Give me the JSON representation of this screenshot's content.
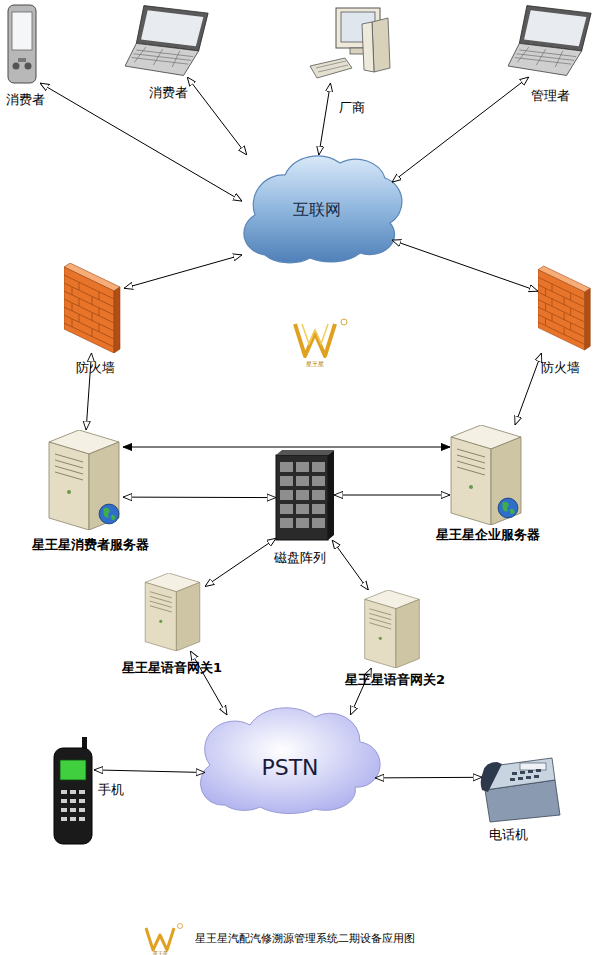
{
  "diagram": {
    "caption": "星王星汽配汽修溯源管理系统二期设备应用图",
    "nodes": [
      {
        "text": [
          "消费者"
        ]
      },
      {
        "text": [
          "消费者"
        ]
      },
      {
        "text": [
          "厂商"
        ]
      },
      {
        "text": [
          "管理者"
        ]
      },
      {
        "text": [
          "互联网"
        ]
      },
      {
        "text": [
          "防火墙"
        ]
      },
      {
        "text": [
          "防火墙"
        ]
      },
      {
        "text": [
          "星王星消费者服务器"
        ]
      },
      {
        "text": [
          "磁盘阵列"
        ]
      },
      {
        "text": [
          "星王星企业服务器"
        ]
      },
      {
        "text": [
          "星王星语音网关1"
        ]
      },
      {
        "text": [
          "星王星语音网关2"
        ]
      },
      {
        "text": [
          "PSTN"
        ]
      },
      {
        "text": [
          "手机"
        ]
      },
      {
        "text": [
          "电话机"
        ]
      }
    ],
    "edges": [
      {
        "from": 0,
        "to": 4,
        "arrow": "both"
      },
      {
        "from": 1,
        "to": 4,
        "arrow": "both"
      },
      {
        "from": 2,
        "to": 4,
        "arrow": "both"
      },
      {
        "from": 3,
        "to": 4,
        "arrow": "both"
      },
      {
        "from": 4,
        "to": 5,
        "arrow": "both"
      },
      {
        "from": 4,
        "to": 6,
        "arrow": "both"
      },
      {
        "from": 5,
        "to": 7,
        "arrow": "both"
      },
      {
        "from": 6,
        "to": 9,
        "arrow": "both"
      },
      {
        "from": 7,
        "to": 9,
        "arrow": "both"
      },
      {
        "from": 7,
        "to": 8,
        "arrow": "both"
      },
      {
        "from": 9,
        "to": 8,
        "arrow": "both"
      },
      {
        "from": 8,
        "to": 10,
        "arrow": "both"
      },
      {
        "from": 8,
        "to": 11,
        "arrow": "both"
      },
      {
        "from": 10,
        "to": 12,
        "arrow": "both"
      },
      {
        "from": 11,
        "to": 12,
        "arrow": "both"
      },
      {
        "from": 13,
        "to": 12,
        "arrow": "both"
      },
      {
        "from": 12,
        "to": 14,
        "arrow": "both"
      }
    ],
    "labels": [
      "星王星",
      "星王星"
    ]
  }
}
